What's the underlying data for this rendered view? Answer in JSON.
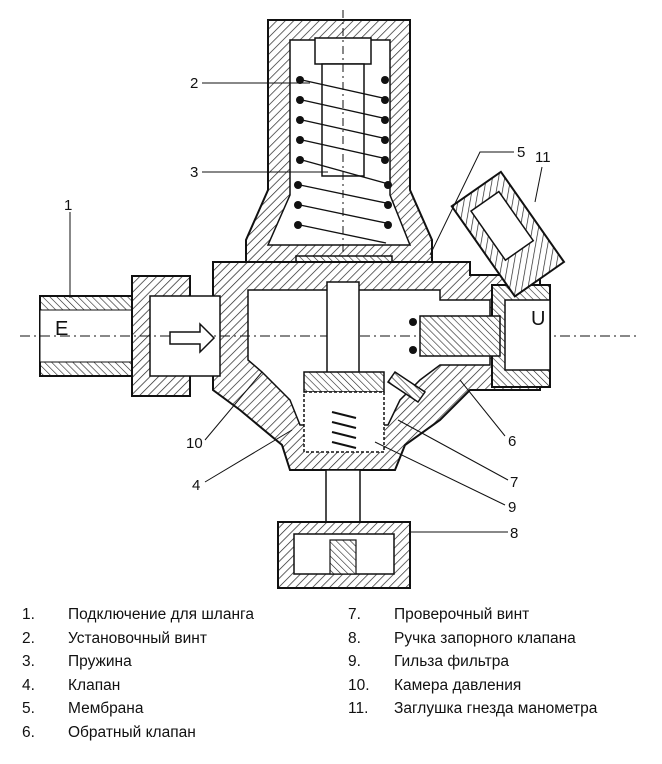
{
  "diagram": {
    "inlet_letter": "E",
    "outlet_letter": "U",
    "callouts": [
      "1",
      "2",
      "3",
      "4",
      "5",
      "6",
      "7",
      "8",
      "9",
      "10",
      "11"
    ]
  },
  "legend": {
    "left": [
      {
        "num": "1.",
        "text": "Подключение для шланга"
      },
      {
        "num": "2.",
        "text": "Установочный винт"
      },
      {
        "num": "3.",
        "text": "Пружина"
      },
      {
        "num": "4.",
        "text": "Клапан"
      },
      {
        "num": "5.",
        "text": "Мембрана"
      },
      {
        "num": "6.",
        "text": "Обратный клапан"
      }
    ],
    "right": [
      {
        "num": "7.",
        "text": "Проверочный винт"
      },
      {
        "num": "8.",
        "text": "Ручка запорного клапана"
      },
      {
        "num": "9.",
        "text": "Гильза фильтра"
      },
      {
        "num": "10.",
        "text": "Камера давления"
      },
      {
        "num": "11.",
        "text": "Заглушка гнезда манометра"
      }
    ]
  }
}
